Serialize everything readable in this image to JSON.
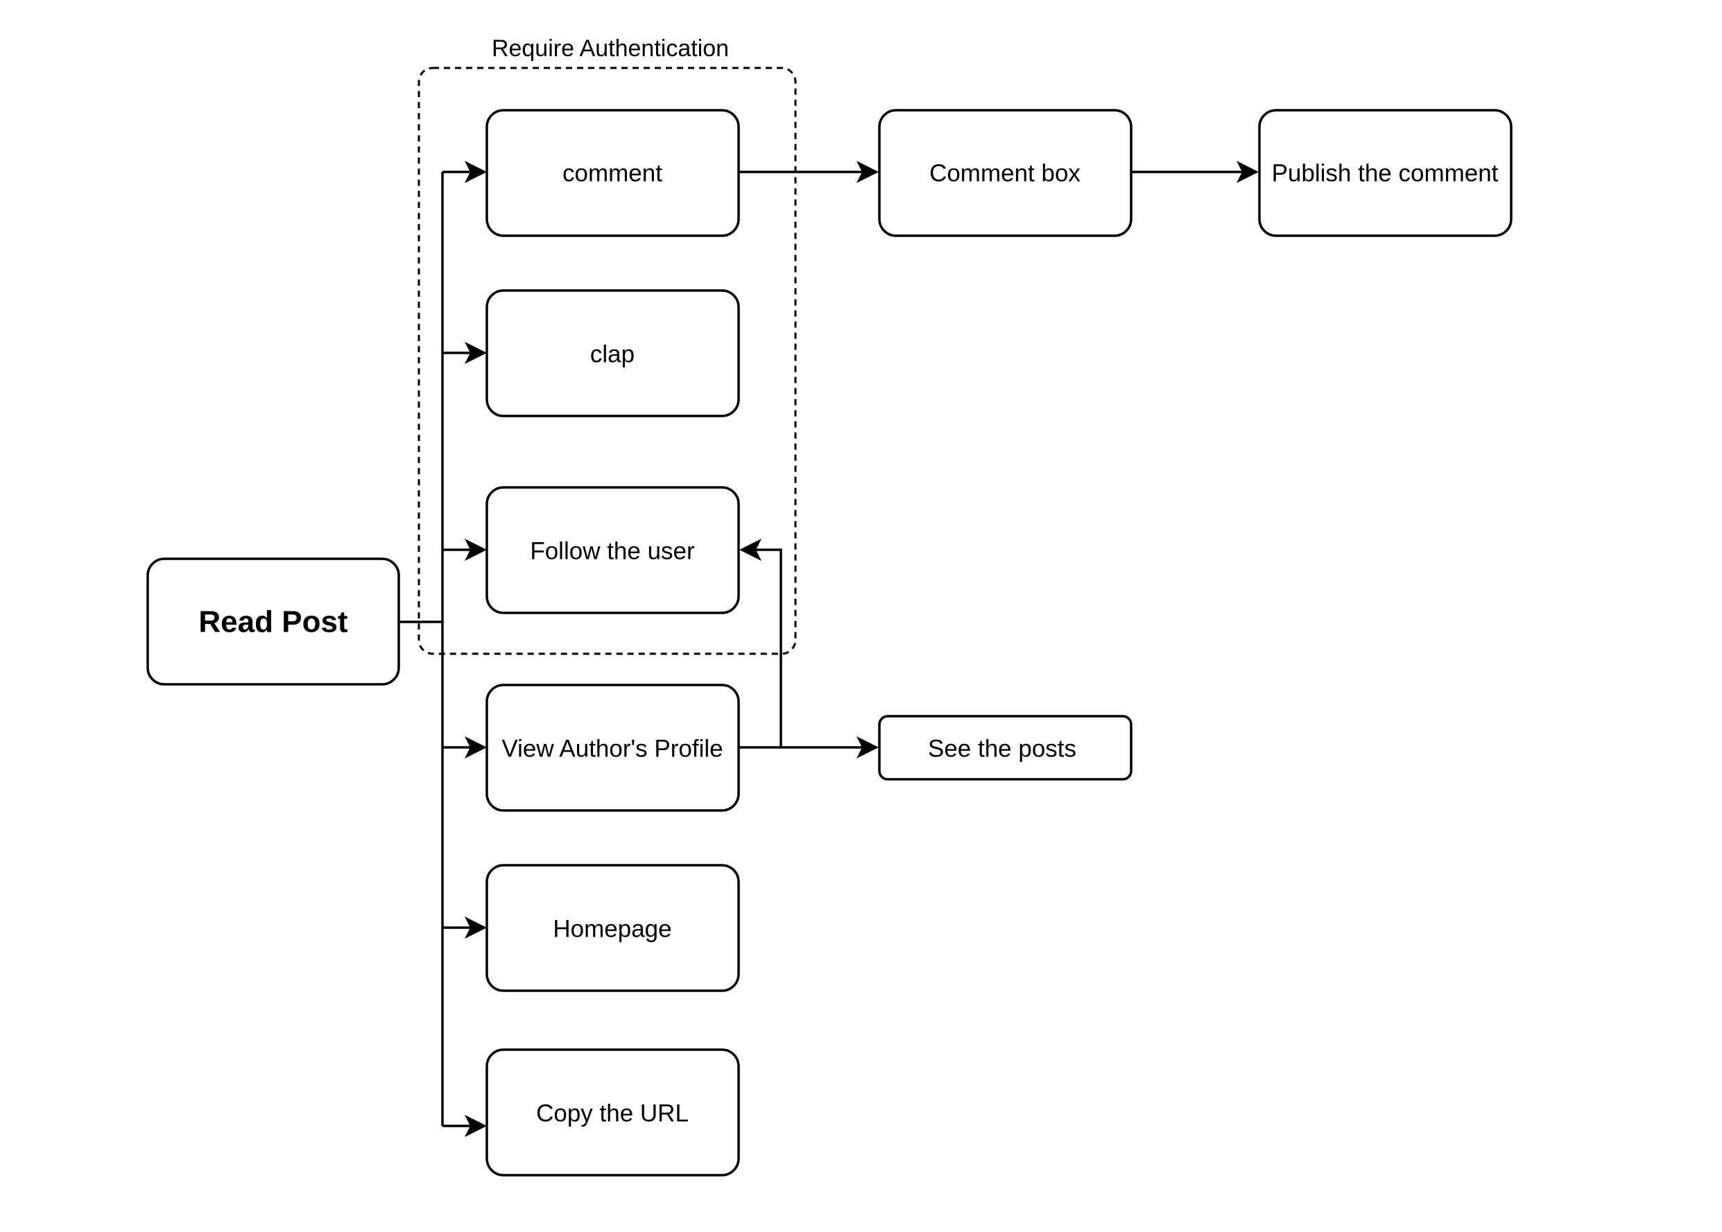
{
  "diagram": {
    "group": {
      "label": "Require Authentication"
    },
    "nodes": {
      "read_post": "Read Post",
      "comment": "comment",
      "clap": "clap",
      "follow_user": "Follow the user",
      "view_profile": "View Author's Profile",
      "homepage": "Homepage",
      "copy_url": "Copy the URL",
      "comment_box": "Comment box",
      "publish_comment": "Publish the comment",
      "see_posts": "See the posts"
    },
    "edges": [
      {
        "from": "read_post",
        "to": "comment"
      },
      {
        "from": "read_post",
        "to": "clap"
      },
      {
        "from": "read_post",
        "to": "follow_user"
      },
      {
        "from": "read_post",
        "to": "view_profile"
      },
      {
        "from": "read_post",
        "to": "homepage"
      },
      {
        "from": "read_post",
        "to": "copy_url"
      },
      {
        "from": "comment",
        "to": "comment_box"
      },
      {
        "from": "comment_box",
        "to": "publish_comment"
      },
      {
        "from": "view_profile",
        "to": "see_posts"
      },
      {
        "from": "view_profile",
        "to": "follow_user"
      }
    ],
    "colors": {
      "stroke": "#000000",
      "fill": "#ffffff"
    }
  }
}
